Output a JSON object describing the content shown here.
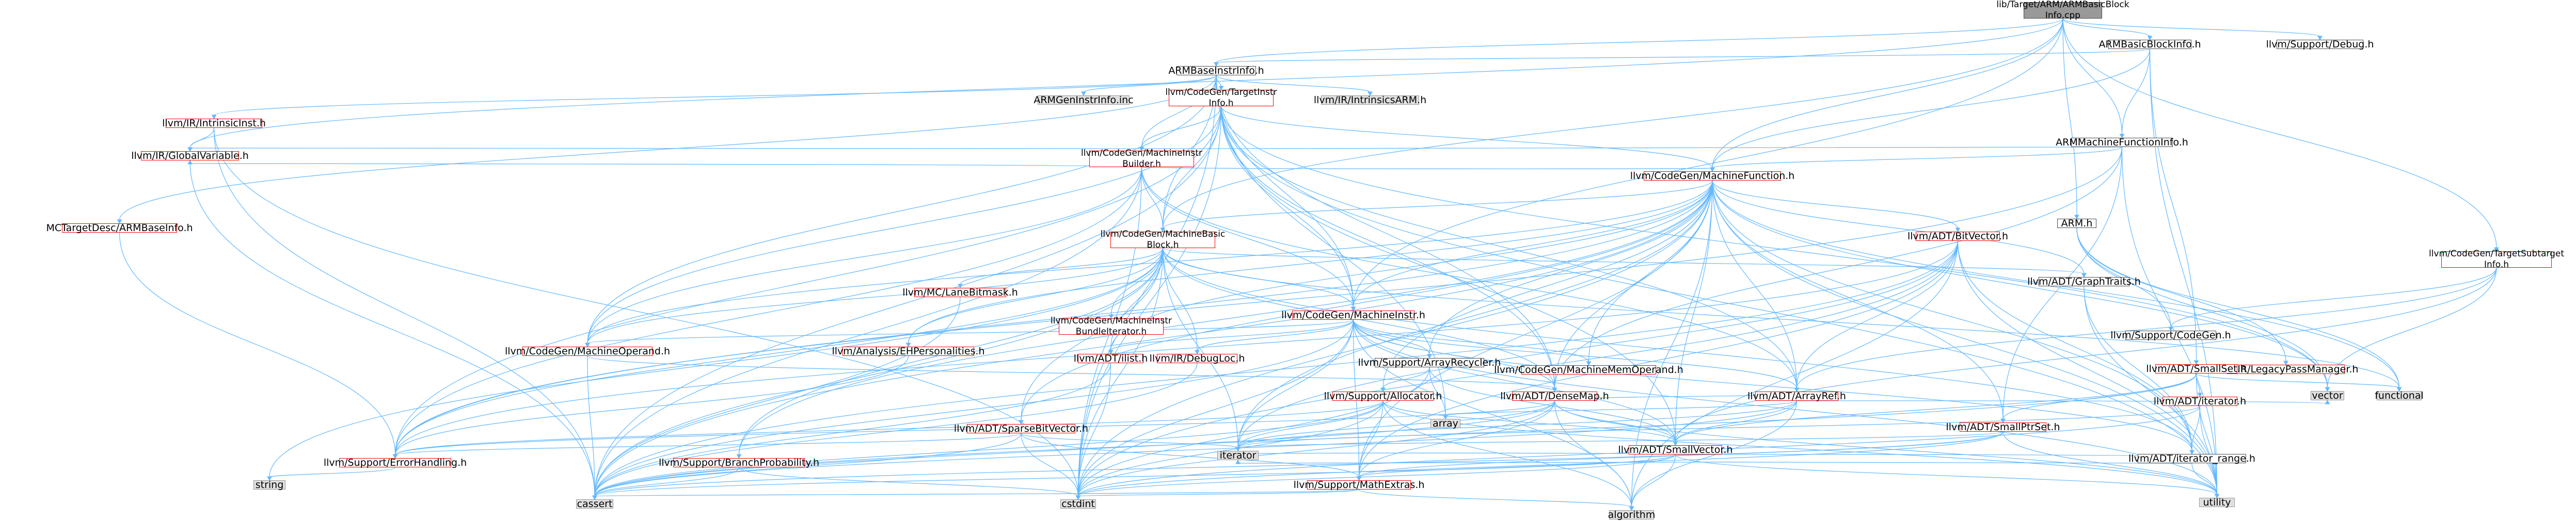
{
  "graph": {
    "nodes": [
      {
        "id": "root",
        "label": "lib/Target/ARM/ARMBasicBlock\nInfo.cpp",
        "style": "root"
      },
      {
        "id": "abbi",
        "label": "ARMBasicBlockInfo.h",
        "style": "normal"
      },
      {
        "id": "dbg",
        "label": "llvm/Support/Debug.h",
        "style": "normal"
      },
      {
        "id": "abi",
        "label": "ARMBaseInstrInfo.h",
        "style": "normal"
      },
      {
        "id": "amfi",
        "label": "ARMMachineFunctionInfo.h",
        "style": "normal"
      },
      {
        "id": "arm",
        "label": "ARM.h",
        "style": "normal"
      },
      {
        "id": "agi",
        "label": "ARMGenInstrInfo.inc",
        "style": "grey"
      },
      {
        "id": "tii",
        "label": "llvm/CodeGen/TargetInstr\nInfo.h",
        "style": "red"
      },
      {
        "id": "iarm",
        "label": "llvm/IR/IntrinsicsARM.h",
        "style": "grey"
      },
      {
        "id": "intr",
        "label": "llvm/IR/IntrinsicInst.h",
        "style": "red"
      },
      {
        "id": "mib",
        "label": "llvm/CodeGen/MachineInstr\nBuilder.h",
        "style": "red"
      },
      {
        "id": "gv",
        "label": "llvm/IR/GlobalVariable.h",
        "style": "red"
      },
      {
        "id": "mfn",
        "label": "llvm/CodeGen/MachineFunction.h",
        "style": "red"
      },
      {
        "id": "mcarm",
        "label": "MCTargetDesc/ARMBaseInfo.h",
        "style": "red"
      },
      {
        "id": "mbb",
        "label": "llvm/CodeGen/MachineBasic\nBlock.h",
        "style": "red"
      },
      {
        "id": "lane",
        "label": "llvm/MC/LaneBitmask.h",
        "style": "red"
      },
      {
        "id": "mibi",
        "label": "llvm/CodeGen/MachineInstr\nBundleIterator.h",
        "style": "red"
      },
      {
        "id": "mi",
        "label": "llvm/CodeGen/MachineInstr.h",
        "style": "red"
      },
      {
        "id": "gt",
        "label": "llvm/ADT/GraphTraits.h",
        "style": "normal"
      },
      {
        "id": "tsi",
        "label": "llvm/CodeGen/TargetSubtarget\nInfo.h",
        "style": "red"
      },
      {
        "id": "cg",
        "label": "llvm/Support/CodeGen.h",
        "style": "normal"
      },
      {
        "id": "lpm",
        "label": "llvm/IR/LegacyPassManager.h",
        "style": "red"
      },
      {
        "id": "mop",
        "label": "llvm/CodeGen/MachineOperand.h",
        "style": "red"
      },
      {
        "id": "ehp",
        "label": "llvm/Analysis/EHPersonalities.h",
        "style": "red"
      },
      {
        "id": "ilist",
        "label": "llvm/ADT/ilist.h",
        "style": "red"
      },
      {
        "id": "dloc",
        "label": "llvm/IR/DebugLoc.h",
        "style": "red"
      },
      {
        "id": "arec",
        "label": "llvm/Support/ArrayRecycler.h",
        "style": "normal"
      },
      {
        "id": "mmo",
        "label": "llvm/CodeGen/MachineMemOperand.h",
        "style": "red"
      },
      {
        "id": "bv",
        "label": "llvm/ADT/BitVector.h",
        "style": "red"
      },
      {
        "id": "sset",
        "label": "llvm/ADT/SmallSet.h",
        "style": "red"
      },
      {
        "id": "alloc",
        "label": "llvm/Support/Allocator.h",
        "style": "red"
      },
      {
        "id": "dmap",
        "label": "llvm/ADT/DenseMap.h",
        "style": "red"
      },
      {
        "id": "aref",
        "label": "llvm/ADT/ArrayRef.h",
        "style": "red"
      },
      {
        "id": "sbv",
        "label": "llvm/ADT/SparseBitVector.h",
        "style": "red"
      },
      {
        "id": "array",
        "label": "array",
        "style": "grey"
      },
      {
        "id": "svec",
        "label": "llvm/ADT/SmallVector.h",
        "style": "red"
      },
      {
        "id": "sps",
        "label": "llvm/ADT/SmallPtrSet.h",
        "style": "red"
      },
      {
        "id": "iter",
        "label": "llvm/ADT/iterator.h",
        "style": "red"
      },
      {
        "id": "vector",
        "label": "vector",
        "style": "grey"
      },
      {
        "id": "func",
        "label": "functional",
        "style": "grey"
      },
      {
        "id": "err",
        "label": "llvm/Support/ErrorHandling.h",
        "style": "red"
      },
      {
        "id": "bp",
        "label": "llvm/Support/BranchProbability.h",
        "style": "red"
      },
      {
        "id": "iterator",
        "label": "iterator",
        "style": "grey"
      },
      {
        "id": "mext",
        "label": "llvm/Support/MathExtras.h",
        "style": "red"
      },
      {
        "id": "irange",
        "label": "llvm/ADT/iterator_range.h",
        "style": "normal"
      },
      {
        "id": "string",
        "label": "string",
        "style": "grey"
      },
      {
        "id": "cassert",
        "label": "cassert",
        "style": "grey"
      },
      {
        "id": "cstdint",
        "label": "cstdint",
        "style": "grey"
      },
      {
        "id": "algorithm",
        "label": "algorithm",
        "style": "grey"
      },
      {
        "id": "utility",
        "label": "utility",
        "style": "grey"
      }
    ],
    "edges": [
      [
        "root",
        "abbi"
      ],
      [
        "root",
        "dbg"
      ],
      [
        "root",
        "abi"
      ],
      [
        "root",
        "amfi"
      ],
      [
        "root",
        "arm"
      ],
      [
        "root",
        "mfn"
      ],
      [
        "root",
        "mbb"
      ],
      [
        "root",
        "mi"
      ],
      [
        "root",
        "tsi"
      ],
      [
        "root",
        "gv"
      ],
      [
        "abbi",
        "abi"
      ],
      [
        "abbi",
        "amfi"
      ],
      [
        "abbi",
        "mfn"
      ],
      [
        "abbi",
        "mathx"
      ],
      [
        "abbi",
        "utility"
      ],
      [
        "abbi",
        "sset"
      ],
      [
        "abi",
        "agi"
      ],
      [
        "abi",
        "tii"
      ],
      [
        "abi",
        "iarm"
      ],
      [
        "abi",
        "intr"
      ],
      [
        "abi",
        "mib"
      ],
      [
        "abi",
        "mcarm"
      ],
      [
        "abi",
        "mbb"
      ],
      [
        "abi",
        "mi"
      ],
      [
        "abi",
        "mop"
      ],
      [
        "abi",
        "dmap"
      ],
      [
        "abi",
        "array"
      ],
      [
        "abi",
        "cstdint"
      ],
      [
        "tii",
        "mib"
      ],
      [
        "tii",
        "mfn"
      ],
      [
        "tii",
        "mbb"
      ],
      [
        "tii",
        "mi"
      ],
      [
        "tii",
        "mop"
      ],
      [
        "tii",
        "dmap"
      ],
      [
        "tii",
        "aref"
      ],
      [
        "tii",
        "svec"
      ],
      [
        "tii",
        "err"
      ],
      [
        "tii",
        "cassert"
      ],
      [
        "tii",
        "cstdint"
      ],
      [
        "tii",
        "utility"
      ],
      [
        "tii",
        "vector"
      ],
      [
        "intr",
        "gv"
      ],
      [
        "intr",
        "cassert"
      ],
      [
        "intr",
        "cstdint"
      ],
      [
        "mib",
        "mfn"
      ],
      [
        "mib",
        "mbb"
      ],
      [
        "mib",
        "mi"
      ],
      [
        "mib",
        "mop"
      ],
      [
        "mib",
        "gv"
      ],
      [
        "mib",
        "aref"
      ],
      [
        "mib",
        "err"
      ],
      [
        "mib",
        "cassert"
      ],
      [
        "mib",
        "cstdint"
      ],
      [
        "amfi",
        "mfn"
      ],
      [
        "amfi",
        "gv"
      ],
      [
        "amfi",
        "dmap"
      ],
      [
        "amfi",
        "sps"
      ],
      [
        "amfi",
        "utility"
      ],
      [
        "amfi",
        "err"
      ],
      [
        "arm",
        "cg"
      ],
      [
        "arm",
        "lpm"
      ],
      [
        "arm",
        "func"
      ],
      [
        "arm",
        "vector"
      ],
      [
        "tsi",
        "aref"
      ],
      [
        "tsi",
        "svec"
      ],
      [
        "tsi",
        "cg"
      ],
      [
        "tsi",
        "vector"
      ],
      [
        "mfn",
        "mbb"
      ],
      [
        "mfn",
        "mi"
      ],
      [
        "mfn",
        "mop"
      ],
      [
        "mfn",
        "mmo"
      ],
      [
        "mfn",
        "ehp"
      ],
      [
        "mfn",
        "ilist"
      ],
      [
        "mfn",
        "arec"
      ],
      [
        "mfn",
        "alloc"
      ],
      [
        "mfn",
        "dmap"
      ],
      [
        "mfn",
        "gt"
      ],
      [
        "mfn",
        "bv"
      ],
      [
        "mfn",
        "aref"
      ],
      [
        "mfn",
        "sbv"
      ],
      [
        "mfn",
        "svec"
      ],
      [
        "mfn",
        "sps"
      ],
      [
        "mfn",
        "err"
      ],
      [
        "mfn",
        "bp"
      ],
      [
        "mfn",
        "mext"
      ],
      [
        "mfn",
        "iterator"
      ],
      [
        "mfn",
        "cassert"
      ],
      [
        "mfn",
        "cstdint"
      ],
      [
        "mfn",
        "utility"
      ],
      [
        "mfn",
        "vector"
      ],
      [
        "mfn",
        "func"
      ],
      [
        "mfn",
        "algorithm"
      ],
      [
        "mfn",
        "irange"
      ],
      [
        "mbb",
        "lane"
      ],
      [
        "mbb",
        "mibi"
      ],
      [
        "mbb",
        "mi"
      ],
      [
        "mbb",
        "gt"
      ],
      [
        "mbb",
        "ilist"
      ],
      [
        "mbb",
        "dloc"
      ],
      [
        "mbb",
        "sbv"
      ],
      [
        "mbb",
        "bp"
      ],
      [
        "mbb",
        "err"
      ],
      [
        "mbb",
        "irange"
      ],
      [
        "mbb",
        "iterator"
      ],
      [
        "mbb",
        "cassert"
      ],
      [
        "mbb",
        "cstdint"
      ],
      [
        "mbb",
        "func"
      ],
      [
        "mbb",
        "string"
      ],
      [
        "mbb",
        "mop"
      ],
      [
        "mbb",
        "ehp"
      ],
      [
        "mbb",
        "dmap"
      ],
      [
        "mi",
        "mop"
      ],
      [
        "mi",
        "mmo"
      ],
      [
        "mi",
        "ilist"
      ],
      [
        "mi",
        "dloc"
      ],
      [
        "mi",
        "arec"
      ],
      [
        "mi",
        "dmap"
      ],
      [
        "mi",
        "aref"
      ],
      [
        "mi",
        "svec"
      ],
      [
        "mi",
        "irange"
      ],
      [
        "mi",
        "mext"
      ],
      [
        "mi",
        "iterator"
      ],
      [
        "mi",
        "cassert"
      ],
      [
        "mi",
        "cstdint"
      ],
      [
        "mi",
        "utility"
      ],
      [
        "mi",
        "algorithm"
      ],
      [
        "mop",
        "dmap"
      ],
      [
        "mop",
        "cassert"
      ],
      [
        "ehp",
        "err"
      ],
      [
        "arec",
        "alloc"
      ],
      [
        "arec",
        "array"
      ],
      [
        "arec",
        "cstdint"
      ],
      [
        "arec",
        "svec"
      ],
      [
        "alloc",
        "mext"
      ],
      [
        "alloc",
        "err"
      ],
      [
        "alloc",
        "cassert"
      ],
      [
        "alloc",
        "cstdint"
      ],
      [
        "alloc",
        "iterator"
      ],
      [
        "alloc",
        "algorithm"
      ],
      [
        "alloc",
        "utility"
      ],
      [
        "alloc",
        "svec"
      ],
      [
        "bv",
        "aref"
      ],
      [
        "bv",
        "irange"
      ],
      [
        "bv",
        "mext"
      ],
      [
        "bv",
        "cassert"
      ],
      [
        "bv",
        "cstdint"
      ],
      [
        "bv",
        "algorithm"
      ],
      [
        "bv",
        "utility"
      ],
      [
        "bv",
        "iterator"
      ],
      [
        "bv",
        "err"
      ],
      [
        "sset",
        "sps"
      ],
      [
        "sset",
        "svec"
      ],
      [
        "sset",
        "iter"
      ],
      [
        "sset",
        "func"
      ],
      [
        "sset",
        "utility"
      ],
      [
        "sset",
        "cassert"
      ],
      [
        "dmap",
        "aref"
      ],
      [
        "dmap",
        "svec"
      ],
      [
        "dmap",
        "mext"
      ],
      [
        "dmap",
        "cassert"
      ],
      [
        "dmap",
        "cstdint"
      ],
      [
        "dmap",
        "algorithm"
      ],
      [
        "dmap",
        "iterator"
      ],
      [
        "dmap",
        "utility"
      ],
      [
        "dmap",
        "err"
      ],
      [
        "aref",
        "svec"
      ],
      [
        "aref",
        "array"
      ],
      [
        "aref",
        "vector"
      ],
      [
        "aref",
        "cassert"
      ],
      [
        "aref",
        "iterator"
      ],
      [
        "aref",
        "algorithm"
      ],
      [
        "sbv",
        "err"
      ],
      [
        "sbv",
        "mext"
      ],
      [
        "sbv",
        "cassert"
      ],
      [
        "sbv",
        "cstdint"
      ],
      [
        "sbv",
        "iterator"
      ],
      [
        "svec",
        "mext"
      ],
      [
        "svec",
        "cassert"
      ],
      [
        "svec",
        "cstdint"
      ],
      [
        "svec",
        "algorithm"
      ],
      [
        "svec",
        "utility"
      ],
      [
        "svec",
        "iterator"
      ],
      [
        "svec",
        "irange"
      ],
      [
        "sps",
        "cassert"
      ],
      [
        "sps",
        "cstdint"
      ],
      [
        "sps",
        "iterator"
      ],
      [
        "sps",
        "utility"
      ],
      [
        "sps",
        "mext"
      ],
      [
        "iter",
        "irange"
      ],
      [
        "iter",
        "iterator"
      ],
      [
        "iter",
        "cstdint"
      ],
      [
        "iter",
        "utility"
      ],
      [
        "irange",
        "utility"
      ],
      [
        "irange",
        "iterator"
      ],
      [
        "err",
        "string"
      ],
      [
        "bp",
        "cassert"
      ],
      [
        "bp",
        "cstdint"
      ],
      [
        "mext",
        "cassert"
      ],
      [
        "mext",
        "cstdint"
      ],
      [
        "mext",
        "algorithm"
      ],
      [
        "gt",
        "irange"
      ],
      [
        "gt",
        "utility"
      ],
      [
        "ilist",
        "cassert"
      ],
      [
        "ilist",
        "cstdint"
      ],
      [
        "dloc",
        "cassert"
      ],
      [
        "lane",
        "cassert"
      ],
      [
        "gv",
        "cassert"
      ],
      [
        "mcarm",
        "err"
      ]
    ]
  }
}
